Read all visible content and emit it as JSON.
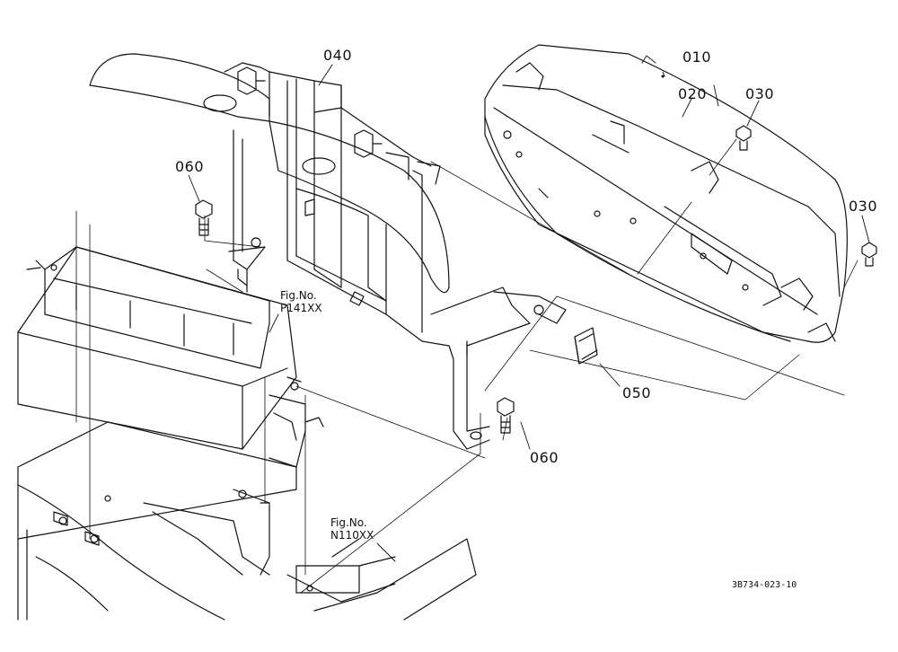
{
  "colors": {
    "line": "#111111",
    "background": "#ffffff"
  },
  "callouts": [
    {
      "id": "p010",
      "label": "010"
    },
    {
      "id": "p020",
      "label": "020"
    },
    {
      "id": "p030a",
      "label": "030"
    },
    {
      "id": "p030b",
      "label": "030"
    },
    {
      "id": "p040",
      "label": "040"
    },
    {
      "id": "p050",
      "label": "050"
    },
    {
      "id": "p060a",
      "label": "060"
    },
    {
      "id": "p060b",
      "label": "060"
    }
  ],
  "references": [
    {
      "id": "fig_p141",
      "line1": "Fig.No.",
      "line2": "P141XX"
    },
    {
      "id": "fig_n110",
      "line1": "Fig.No.",
      "line2": "N110XX"
    }
  ],
  "drawing_code": "3B734-023-10"
}
